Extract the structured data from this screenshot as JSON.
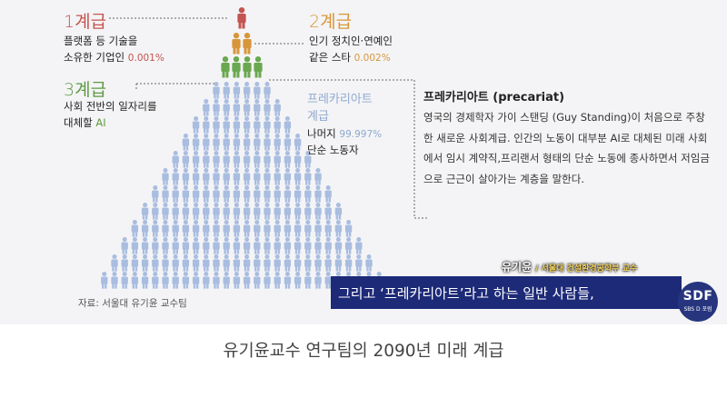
{
  "tiers": {
    "tier1": {
      "label": "1계급",
      "line1": "플랫폼 등 기술을",
      "line2_text": "소유한 기업인",
      "line2_pct": "0.001%",
      "color": "#c4544f"
    },
    "tier2": {
      "label": "2계급",
      "line1": "인기 정치인·연예인",
      "line2_text": "같은 스타",
      "line2_pct": "0.002%",
      "color": "#d8963a"
    },
    "tier3": {
      "label": "3계급",
      "line1": "사회 전반의 일자리를",
      "line2_text": "대체할",
      "line2_pct": "AI",
      "color": "#6aa84f"
    },
    "precariat": {
      "line1": "프레카리아트",
      "line2": "계급",
      "line3_text": "나머지",
      "line3_pct": "99.997%",
      "line4": "단순 노동자",
      "color": "#a9bde0"
    }
  },
  "description": {
    "title": "프레카리아트 (precariat)",
    "body": "영국의 경제학자 가이 스탠딩 (Guy Standing)이 처음으로 주창한 새로운 사회계급. 인간의 노동이 대부분 AI로 대체된 미래 사회에서 임시 계약직,프리랜서 형태의 단순 노동에 종사하면서 저임금으로 근근이 살아가는 계층을 말한다."
  },
  "source": "자료: 서울대 유기윤 교수팀",
  "speaker": {
    "name": "유기윤",
    "role": "/ 서울대 건설환경공학부 교수"
  },
  "subtitle": "그리고 ‘프레카리아트’라고 하는 일반 사람들,",
  "logo": {
    "main": "SDF",
    "sub": "SBS D 포럼"
  },
  "caption": "유기윤교수 연구팀의 2090년 미래 계급",
  "colors": {
    "subtitle_bar": "#1d2a78",
    "line": "#666666"
  }
}
